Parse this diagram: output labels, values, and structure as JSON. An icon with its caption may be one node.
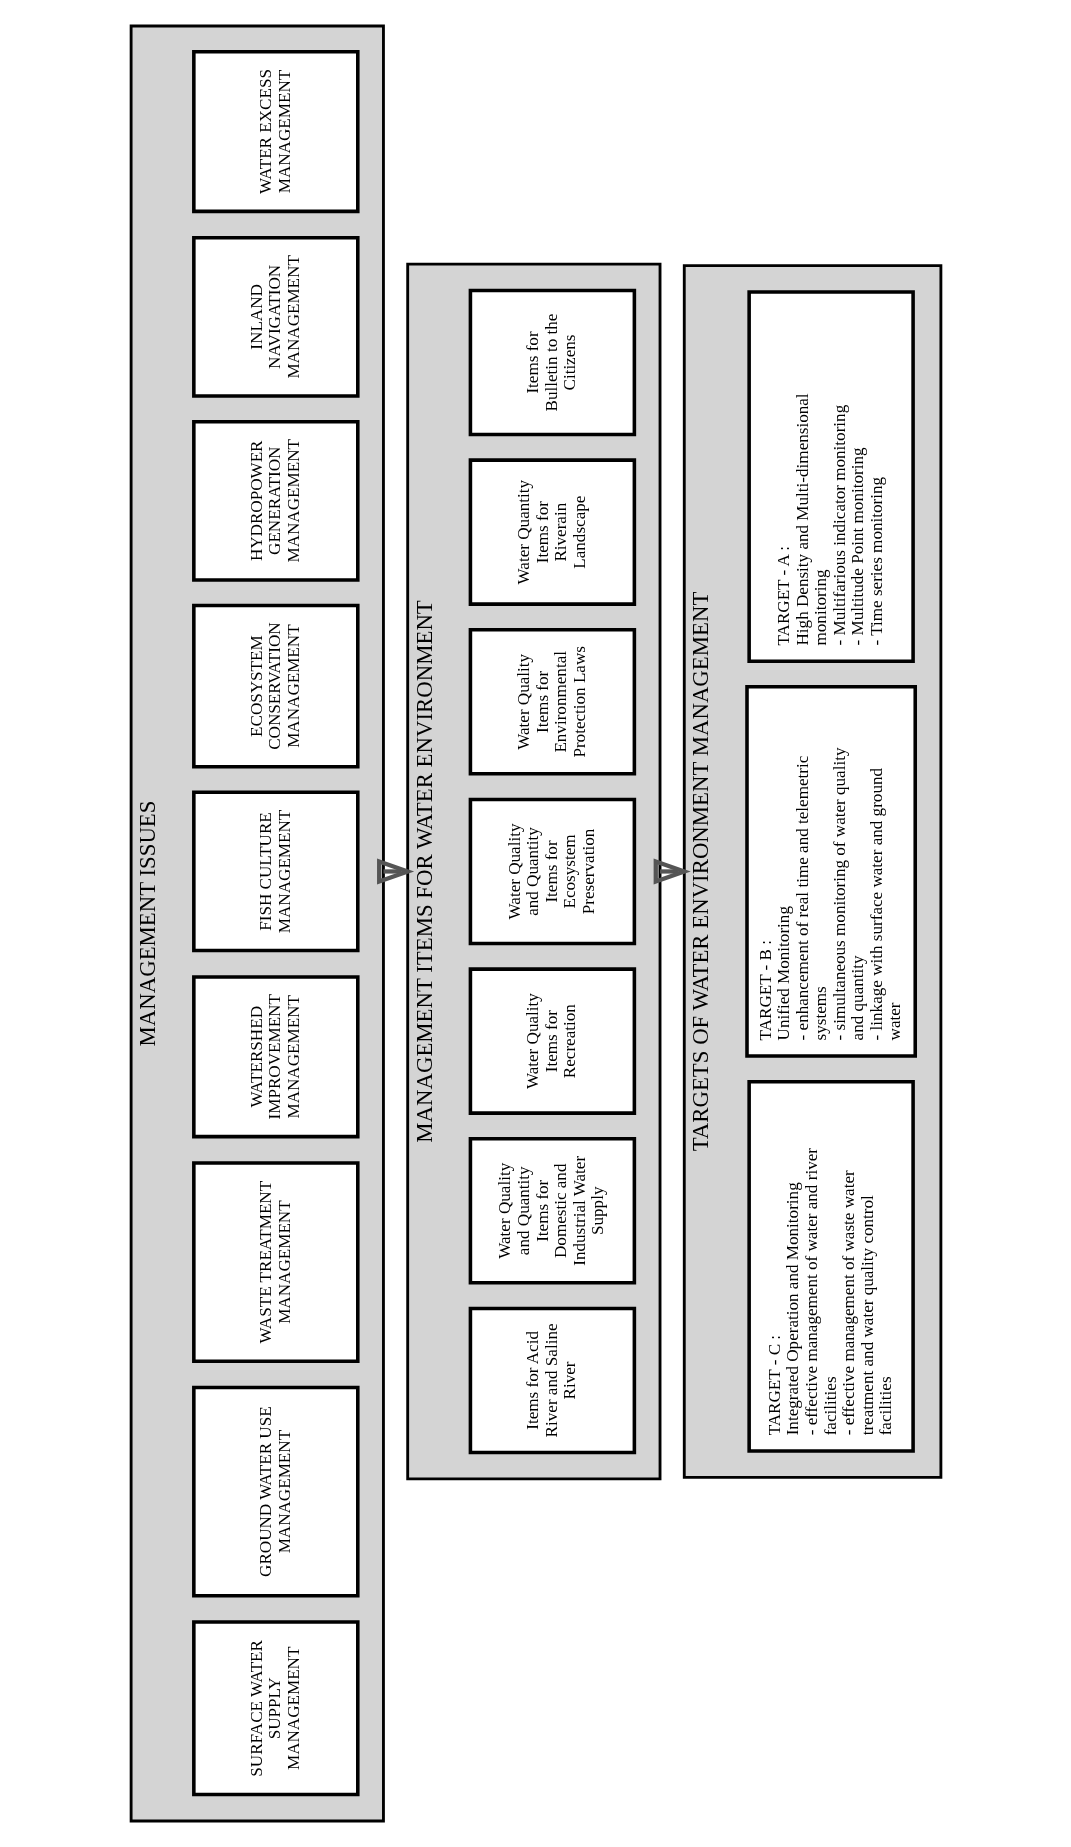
{
  "diagram": {
    "nodes": [
      {
        "text": [
          "MANAGEMENT ISSUES"
        ]
      },
      {
        "text": [
          "WATER EXCESS MANAGEMENT"
        ],
        "in": 0
      },
      {
        "text": [
          "INLAND NAVIGATION MANAGEMENT"
        ],
        "in": 0
      },
      {
        "text": [
          "HYDROPOWER GENERATION MANAGEMENT"
        ],
        "in": 0
      },
      {
        "text": [
          "ECOSYSTEM CONSERVATION MANAGEMENT"
        ],
        "in": 0
      },
      {
        "text": [
          "FISH CULTURE MANAGEMENT"
        ],
        "in": 0
      },
      {
        "text": [
          "WATERSHED IMPROVEMENT MANAGEMENT"
        ],
        "in": 0
      },
      {
        "text": [
          "WASTE TREATMENT MANAGEMENT"
        ],
        "in": 0
      },
      {
        "text": [
          "GROUND WATER USE MANAGEMENT"
        ],
        "in": 0
      },
      {
        "text": [
          "SURFACE WATER SUPPLY MANAGEMENT"
        ],
        "in": 0
      },
      {
        "text": [
          "MANAGEMENT ITEMS FOR WATER ENVIRONMENT"
        ]
      },
      {
        "text": [
          "Items for Bulletin to the Citizens"
        ],
        "in": 10
      },
      {
        "text": [
          "Water Quantity Items for Riverain Landscape"
        ],
        "in": 10
      },
      {
        "text": [
          "Water Quality Items for Environmental Protection Laws"
        ],
        "in": 10
      },
      {
        "text": [
          "Water Quality and Quantity Items for Ecosystem Preservation"
        ],
        "in": 10
      },
      {
        "text": [
          "Water Quality Items for Recreation"
        ],
        "in": 10
      },
      {
        "text": [
          "Water Quality and Quantity Items for Domestic and Industrial Water Supply"
        ],
        "in": 10
      },
      {
        "text": [
          "Items for Acid River and Saline River"
        ],
        "in": 10
      },
      {
        "text": [
          "TARGETS OF WATER ENVIRONMENT MANAGEMENT"
        ]
      },
      {
        "text": [
          "TARGET - A :",
          "High Density and Multi-dimensional monitoring",
          "- Multifarious indicator monitoring",
          "- Multitude Point monitoring",
          "- Time series monitoring"
        ],
        "in": 18
      },
      {
        "text": [
          "TARGET - B :",
          "Unified Monitoring",
          "- enhancement of real time and telemetric systems",
          "- simultaneous monitoring of water quality and quantity",
          "- linkage with surface water and ground water"
        ],
        "in": 18
      },
      {
        "text": [
          "TARGET - C :",
          "Integrated Operation and Monitoring",
          "- effective management of water and river facilities",
          "- effective management of waste water treatment and water quality control facilities"
        ],
        "in": 18
      }
    ],
    "edges": [
      {
        "from": 0,
        "to": 10,
        "arrow": "to"
      },
      {
        "from": 10,
        "to": 18,
        "arrow": "to"
      }
    ]
  }
}
